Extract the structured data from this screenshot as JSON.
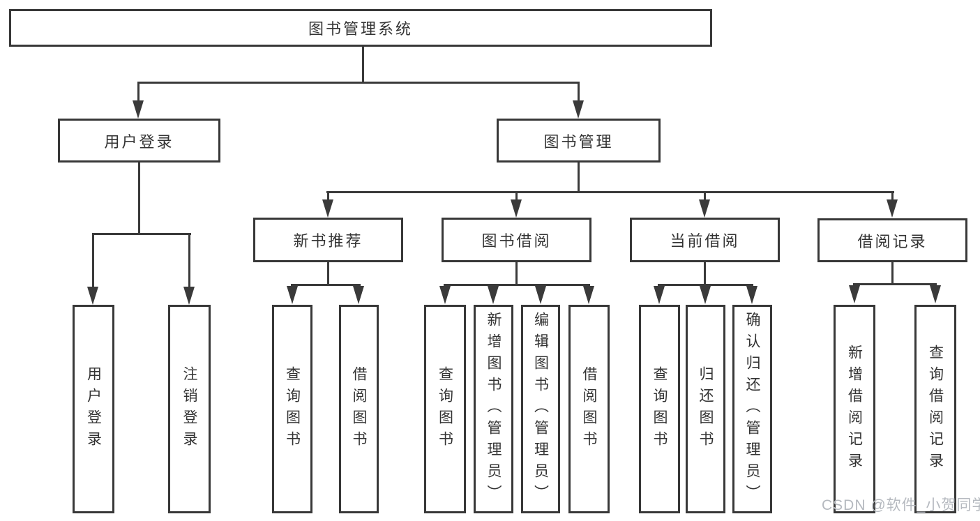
{
  "tree": {
    "root": "图书管理系统",
    "user": {
      "label": "用户登录",
      "leaves": [
        "用户登录",
        "注销登录"
      ]
    },
    "management": {
      "label": "图书管理",
      "sections": [
        {
          "label": "新书推荐",
          "leaves": [
            "查询图书",
            "借阅图书"
          ]
        },
        {
          "label": "图书借阅",
          "leaves": [
            "查询图书",
            "新增图书（管理员）",
            "编辑图书（管理员）",
            "借阅图书"
          ]
        },
        {
          "label": "当前借阅",
          "leaves": [
            "查询图书",
            "归还图书",
            "确认归还（管理员）"
          ]
        },
        {
          "label": "借阅记录",
          "leaves": [
            "新增借阅记录",
            "查询借阅记录"
          ]
        }
      ]
    }
  },
  "watermark": "CSDN @软件_小贺同学",
  "colors": {
    "line": "#3a3a3a",
    "box_border": "#383838",
    "text": "#333333",
    "background": "#ffffff",
    "watermark": "#b5b9bf"
  }
}
